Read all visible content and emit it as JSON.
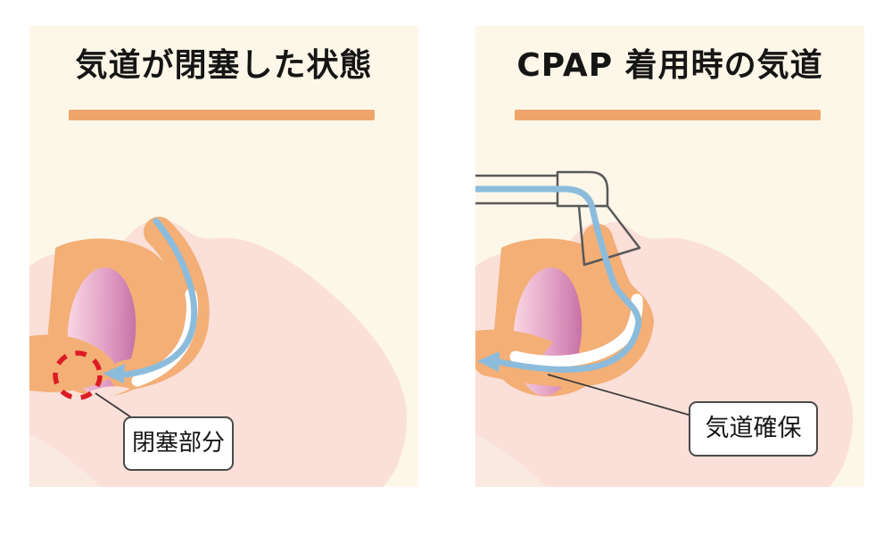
{
  "panels": {
    "left": {
      "title": "気道が閉塞した状態",
      "callout": "閉塞部分"
    },
    "right": {
      "title": "CPAP 着用時の気道",
      "callout": "気道確保"
    }
  },
  "palette": {
    "pageBg": "#FFFFFF",
    "panelBg": "#FCF7E8",
    "titleText": "#151515",
    "underline": "#F0A56B",
    "skin": "#FBDFD9",
    "skinShadow": "#F5C6C4",
    "neckLight": "#FAE9E0",
    "airway": "#F3AF76",
    "tongueDark": "#C46EA3",
    "tongueMid": "#E09CC4",
    "tongueLight": "#F7D2E0",
    "airflow": "#8BBCDC",
    "blockRed": "#DC1C24",
    "outline": "#595959",
    "connector": "#3C3C3C",
    "calloutBg": "#FFFFFF",
    "calloutBorder": "#4A4A4A"
  },
  "icons": {
    "airflow_arrow": "left-pointing blue arrowhead showing air direction",
    "blockage_marker": "red dashed circle highlighting obstruction",
    "cpap_parts": "tube, elbow connector and nasal mask outlines"
  }
}
